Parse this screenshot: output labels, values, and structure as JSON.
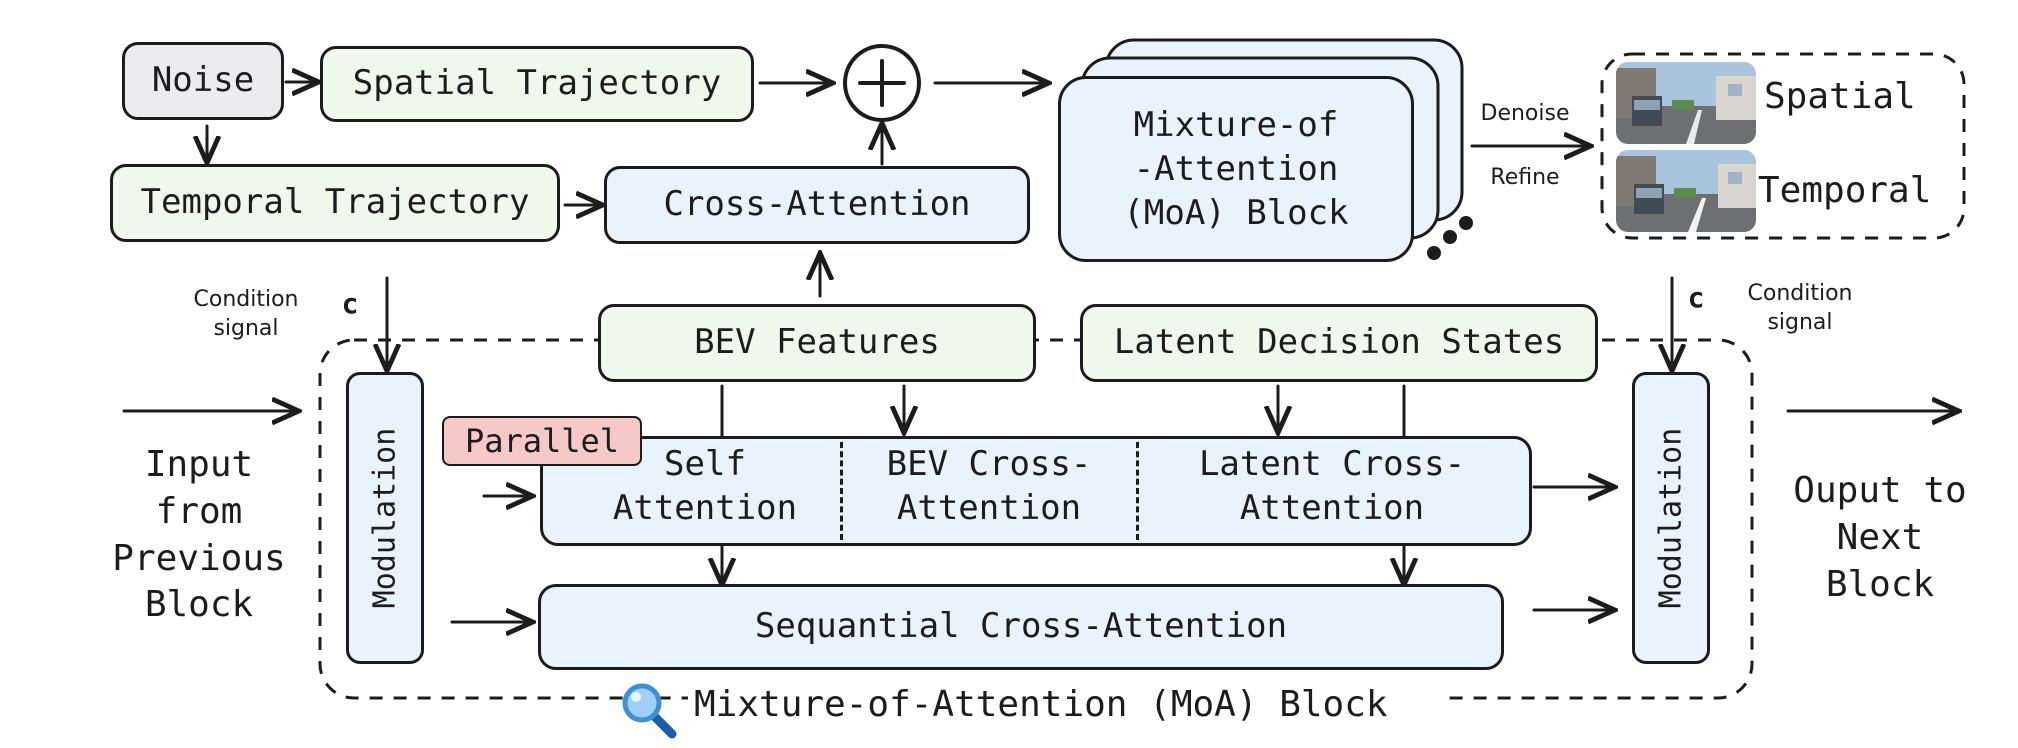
{
  "top": {
    "noise": "Noise",
    "spatial_trajectory": "Spatial Trajectory",
    "temporal_trajectory": "Temporal Trajectory",
    "cross_attention": "Cross-Attention",
    "plus_symbol": "+",
    "moa_stack": "Mixture-of\n-Attention\n(MoA) Block",
    "denoise": "Denoise",
    "refine": "Refine",
    "output_spatial": "Spatial",
    "output_temporal": "Temporal"
  },
  "conditions": {
    "left_label": "Condition\nsignal",
    "left_symbol": "c",
    "right_label": "Condition\nsignal",
    "right_symbol": "c"
  },
  "features": {
    "bev": "BEV Features",
    "latent": "Latent Decision States"
  },
  "moa": {
    "left_modulation": "Modulation",
    "right_modulation": "Modulation",
    "parallel_tag": "Parallel",
    "self_attention": "Self\nAttention",
    "bev_cross": "BEV Cross-\nAttention",
    "latent_cross": "Latent Cross-\nAttention",
    "sequential": "Sequantial Cross-Attention",
    "caption": "Mixture-of-Attention (MoA) Block"
  },
  "io": {
    "input": "Input\nfrom\nPrevious\nBlock",
    "output": "Ouput to\nNext\nBlock"
  },
  "icons": {
    "caption_icon": "magnifier-icon",
    "plus_icon": "plus-circle-icon",
    "ellipsis_icon": "ellipsis-dots-icon"
  },
  "colors": {
    "blue_fill": "#e9f3fd",
    "green_fill": "#eef9ec",
    "gray_fill": "#ececef",
    "pink_fill": "#f5c9c6",
    "stroke": "#1c1c1c",
    "magnifier": "#3d8fd6"
  }
}
